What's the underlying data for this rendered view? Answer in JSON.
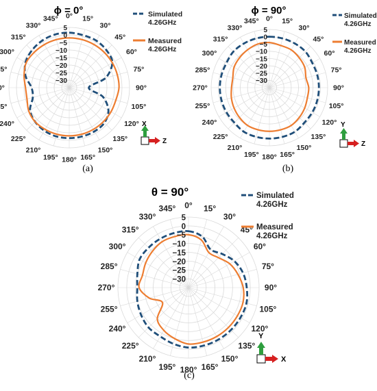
{
  "captions": [
    "(a)",
    "(b)",
    "(c)"
  ],
  "colors": {
    "simulated": "#1f4e79",
    "measured": "#ed7d31",
    "grid": "#d9d9d9",
    "axis_up": "#2e9e3e",
    "axis_right": "#d62020"
  },
  "chart_data": [
    {
      "type": "polar",
      "title": "ϕ = 0°",
      "caption": "(a)",
      "radial_ticks": [
        "5",
        "0",
        "−5",
        "−10",
        "−15",
        "−20",
        "−25",
        "−30"
      ],
      "angle_labels": [
        "0°",
        "15°",
        "30°",
        "45°",
        "60°",
        "75°",
        "90°",
        "105°",
        "120°",
        "135°",
        "150°",
        "165°",
        "180°",
        "195°",
        "210°",
        "225°",
        "240°",
        "255°",
        "270°",
        "285°",
        "300°",
        "315°",
        "330°",
        "345°"
      ],
      "rlim": [
        -35,
        5
      ],
      "angles_deg": [
        0,
        15,
        30,
        45,
        60,
        75,
        90,
        105,
        120,
        135,
        150,
        165,
        180,
        195,
        210,
        225,
        240,
        255,
        270,
        285,
        300,
        315,
        330,
        345
      ],
      "series": [
        {
          "name": "Simulated\n4.26GHz",
          "style": "dashed",
          "color": "#1f4e79",
          "values": [
            1.5,
            1,
            1,
            0,
            -2,
            -10,
            -22,
            -12,
            -5,
            -2,
            -1.5,
            -1.5,
            -1.5,
            -1.5,
            -2,
            -3,
            -5,
            -10,
            -10,
            -5,
            -1.5,
            0,
            1,
            1.5
          ]
        },
        {
          "name": "Measured\n4.26GHz",
          "style": "solid",
          "color": "#ed7d31",
          "values": [
            -2,
            -2,
            -2,
            -2,
            -2,
            -2,
            -2,
            -3,
            -3,
            -3,
            -3,
            -3,
            -3,
            -3,
            -3,
            -3,
            -4,
            -6,
            -6,
            -4,
            -2,
            -2,
            -2,
            -2
          ]
        }
      ],
      "legend": {
        "simulated": "Simulated\n4.26GHz",
        "measured": "Measured\n4.26GHz"
      },
      "axes": {
        "up": "X",
        "right": "Z"
      }
    },
    {
      "type": "polar",
      "title": "ϕ = 90°",
      "caption": "(b)",
      "radial_ticks": [
        "5",
        "0",
        "−5",
        "−10",
        "−15",
        "−20",
        "−25",
        "−30"
      ],
      "angle_labels": [
        "0°",
        "15°",
        "30°",
        "45°",
        "60°",
        "75°",
        "90°",
        "105°",
        "120°",
        "135°",
        "150°",
        "165°",
        "180°",
        "195°",
        "210°",
        "225°",
        "240°",
        "255°",
        "270°",
        "285°",
        "300°",
        "315°",
        "330°",
        "345°"
      ],
      "rlim": [
        -35,
        5
      ],
      "angles_deg": [
        0,
        15,
        30,
        45,
        60,
        75,
        90,
        105,
        120,
        135,
        150,
        165,
        180,
        195,
        210,
        225,
        240,
        255,
        270,
        285,
        300,
        315,
        330,
        345
      ],
      "series": [
        {
          "name": "Simulated\n4.26GHz",
          "style": "dashed",
          "color": "#1f4e79",
          "values": [
            0,
            0,
            0,
            0,
            -1,
            -1,
            -1,
            -1,
            -1,
            -1,
            0,
            0,
            0,
            0,
            0,
            -1,
            -1,
            -1,
            -1,
            -1,
            -1,
            0,
            0,
            0
          ]
        },
        {
          "name": "Measured\n4.26GHz",
          "style": "solid",
          "color": "#ed7d31",
          "values": [
            -4,
            -5,
            -5,
            -6,
            -7,
            -9,
            -8,
            -8,
            -7,
            -6,
            -5,
            -5,
            -5,
            -5,
            -5,
            -6,
            -7,
            -8,
            -9,
            -9,
            -7,
            -6,
            -5,
            -4
          ]
        }
      ],
      "legend": {
        "simulated": "Simulated\n4.26GHz",
        "measured": "Measured\n4.26GHz"
      },
      "axes": {
        "up": "Y",
        "right": "Z"
      }
    },
    {
      "type": "polar",
      "title": "θ = 90°",
      "caption": "(c)",
      "radial_ticks": [
        "5",
        "0",
        "−5",
        "−10",
        "−15",
        "−20",
        "−25",
        "−30"
      ],
      "angle_labels": [
        "0°",
        "15°",
        "30°",
        "45°",
        "60°",
        "75°",
        "90°",
        "105°",
        "120°",
        "135°",
        "150°",
        "165°",
        "180°",
        "195°",
        "210°",
        "225°",
        "240°",
        "255°",
        "270°",
        "285°",
        "300°",
        "315°",
        "330°",
        "345°"
      ],
      "rlim": [
        -35,
        5
      ],
      "angles_deg": [
        0,
        15,
        30,
        45,
        60,
        75,
        90,
        105,
        120,
        135,
        150,
        165,
        180,
        195,
        210,
        225,
        240,
        255,
        270,
        285,
        300,
        315,
        330,
        345
      ],
      "series": [
        {
          "name": "Simulated\n4.26GHz",
          "style": "dashed",
          "color": "#1f4e79",
          "values": [
            -3,
            -5,
            -10,
            -8,
            -5,
            -3,
            -2,
            -1,
            -1,
            -1,
            -1,
            -1,
            -1,
            -2,
            -3,
            -3,
            -4,
            -5,
            -6,
            -5,
            -3,
            -3,
            -3,
            -3
          ]
        },
        {
          "name": "Measured\n4.26GHz",
          "style": "solid",
          "color": "#ed7d31",
          "values": [
            -5,
            -7,
            -12,
            -11,
            -8,
            -6,
            -4,
            -3,
            -3,
            -3,
            -3,
            -3,
            -3,
            -5,
            -7,
            -10,
            -18,
            -12,
            -7,
            -8,
            -7,
            -6,
            -5,
            -5
          ]
        }
      ],
      "legend": {
        "simulated": "Simulated\n4.26GHz",
        "measured": "Measured\n4.26GHz"
      },
      "axes": {
        "up": "Y",
        "right": "X"
      }
    }
  ]
}
